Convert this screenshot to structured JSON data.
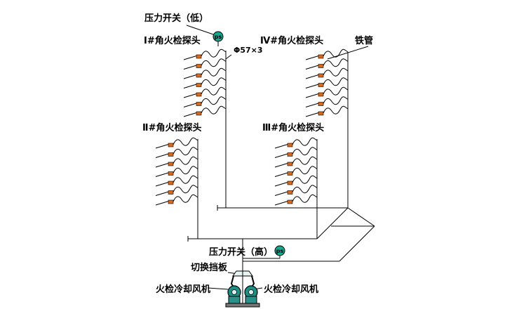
{
  "labels": {
    "pressure_switch_low": "压力开关（低）",
    "probe_group_1": "Ⅰ#角火检探头",
    "probe_group_4": "Ⅳ#角火检探头",
    "probe_group_2": "Ⅱ#角火检探头",
    "probe_group_3": "Ⅲ#角火检探头",
    "pipe_spec": "Φ57×3",
    "iron_pipe": "铁管",
    "pressure_switch_high": "压力开关（高）",
    "switch_baffle": "切换挡板",
    "cooling_fan_left": "火检冷却风机",
    "cooling_fan_right": "火检冷却风机",
    "ps_symbol": "ps"
  },
  "probe_groups": [
    {
      "name": "probe_group_1",
      "probe_count": 7
    },
    {
      "name": "probe_group_4",
      "probe_count": 7
    },
    {
      "name": "probe_group_2",
      "probe_count": 7
    },
    {
      "name": "probe_group_3",
      "probe_count": 7
    }
  ],
  "colors": {
    "probe_body": "#d86a1e",
    "ps_gauge": "#13a892",
    "fan_body": "#1f8f86",
    "line": "#000000"
  }
}
